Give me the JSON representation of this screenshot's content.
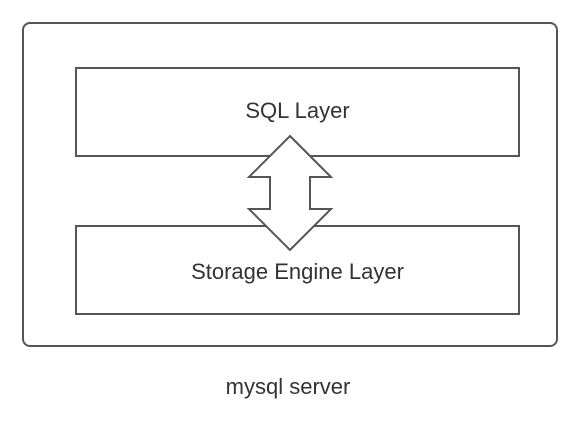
{
  "diagram": {
    "sql_layer_label": "SQL Layer",
    "storage_layer_label": "Storage Engine Layer",
    "caption": "mysql server"
  },
  "colors": {
    "stroke": "#555555",
    "text": "#333333",
    "background": "#ffffff"
  }
}
